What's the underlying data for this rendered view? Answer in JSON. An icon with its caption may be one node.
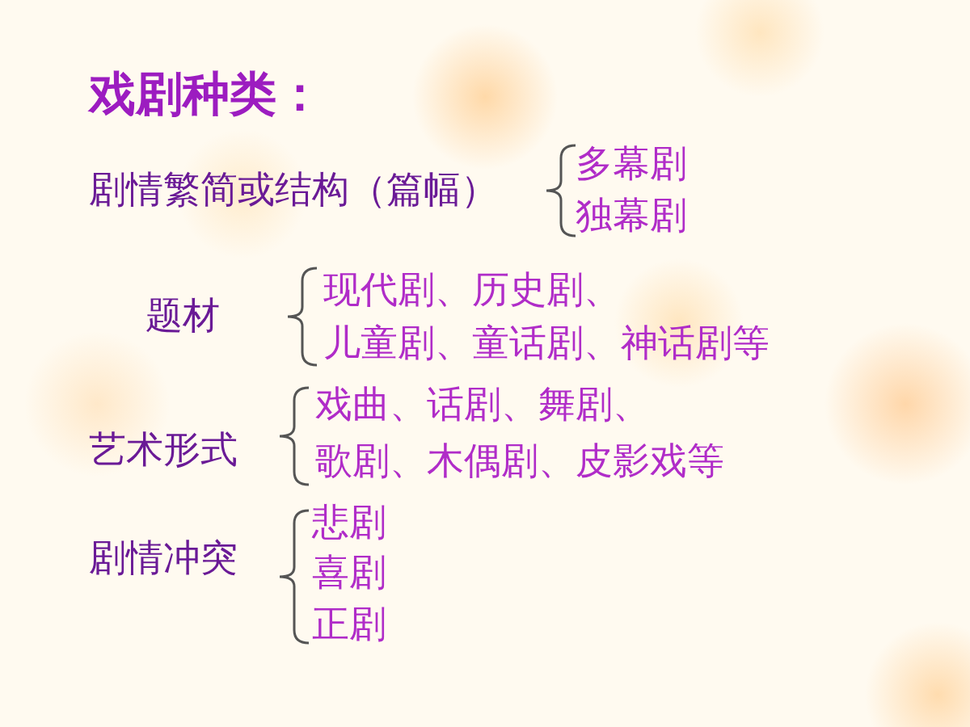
{
  "diagram": {
    "title": "戏剧种类：",
    "labels": [
      "剧情繁简或结构（篇幅）",
      "多幕剧",
      "独幕剧",
      "题材",
      "现代剧、历史剧、",
      "儿童剧、童话剧、神话剧等",
      "戏曲、话剧、舞剧、",
      "艺术形式",
      "歌剧、木偶剧、皮影戏等",
      "剧情冲突",
      "悲剧",
      "喜剧",
      "正剧"
    ]
  }
}
